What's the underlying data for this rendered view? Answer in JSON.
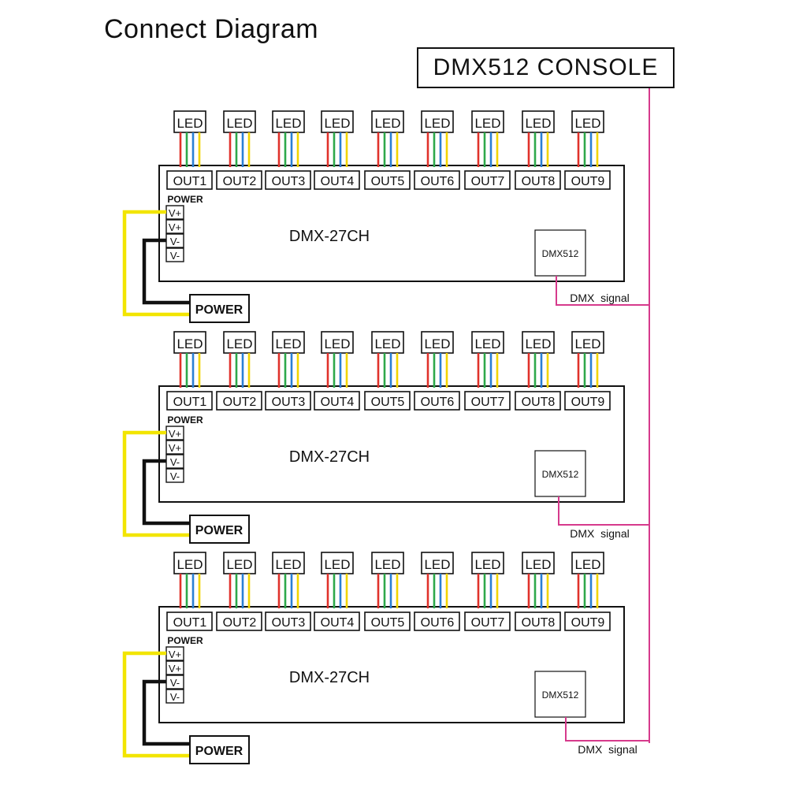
{
  "title": "Connect Diagram",
  "console": {
    "label": "DMX512 CONSOLE"
  },
  "led_label": "LED",
  "outputs": [
    "OUT1",
    "OUT2",
    "OUT3",
    "OUT4",
    "OUT5",
    "OUT6",
    "OUT7",
    "OUT8",
    "OUT9"
  ],
  "power_header": "POWER",
  "terminals": [
    "V+",
    "V+",
    "V-",
    "V-"
  ],
  "power_supply_label": "POWER",
  "decoder_dmx_port": "DMX512",
  "signal_label": "DMX  signal",
  "decoders": [
    {
      "model": "DMX-27CH"
    },
    {
      "model": "DMX-27CH"
    },
    {
      "model": "DMX-27CH"
    }
  ],
  "colors": {
    "dmx_line": "#d63a8c",
    "power_positive": "#f2e500",
    "power_negative": "#111111",
    "led_wires": [
      "#e0322b",
      "#2ea84a",
      "#2a7fd4",
      "#f2d400"
    ]
  }
}
